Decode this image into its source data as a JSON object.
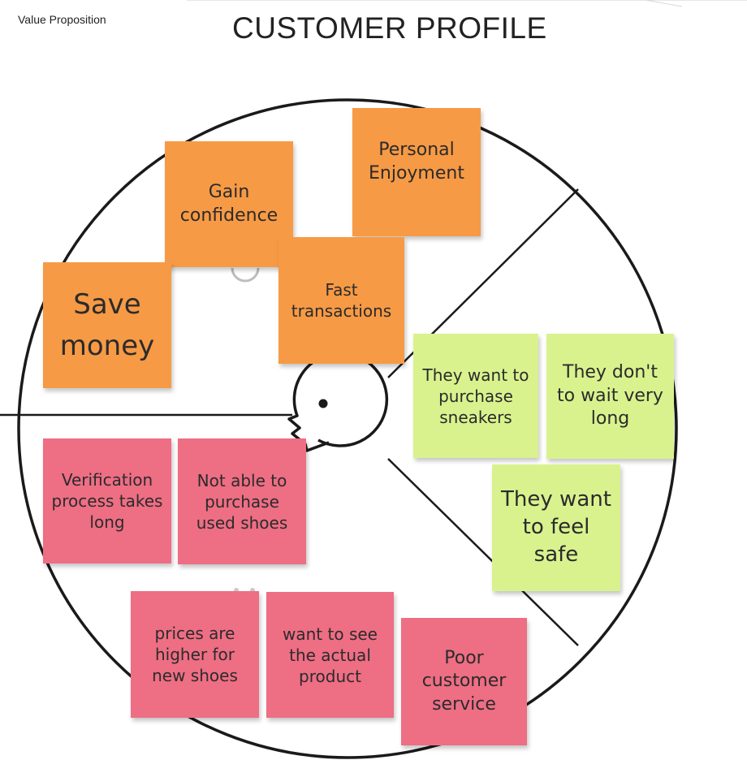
{
  "header": {
    "tab_label": "Value Proposition",
    "title": "CUSTOMER PROFILE"
  },
  "colors": {
    "gain": "#f79a45",
    "job": "#d9f28e",
    "pain": "#ee6e84",
    "line": "#1a1a1a"
  },
  "gains": [
    "Gain confidence",
    "Personal Enjoyment",
    "Save money",
    "Fast transactions"
  ],
  "jobs": [
    "They want to purchase sneakers",
    "They don't to wait very long",
    "They want to feel safe"
  ],
  "pains": [
    "Verification process takes long",
    "Not able to purchase used shoes",
    "prices are higher for new shoes",
    "want to see the actual product",
    "Poor customer service"
  ]
}
